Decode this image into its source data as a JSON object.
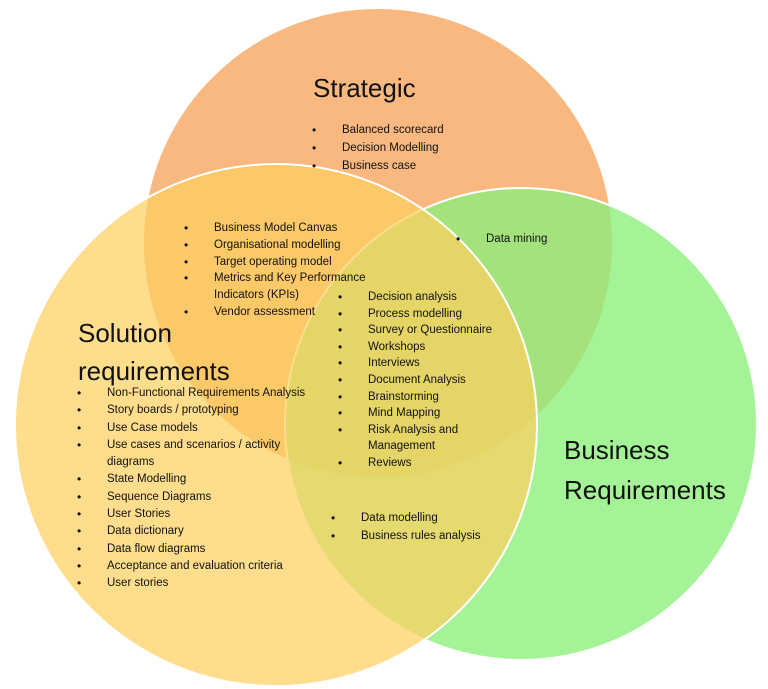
{
  "colors": {
    "strategic": "#F7AE6E",
    "solution": "#FDD05F",
    "business": "#8CF07A",
    "outline": "#ffffff"
  },
  "strategic": {
    "title": "Strategic",
    "items": [
      "Balanced scorecard",
      "Decision Modelling",
      "Business case"
    ]
  },
  "strategic_business": {
    "items": [
      "Data mining"
    ]
  },
  "solution_strategic": {
    "items": [
      "Business Model Canvas",
      "Organisational modelling",
      "Target operating model",
      "Metrics and Key Performance Indicators (KPIs)",
      "Vendor assessment"
    ]
  },
  "center": {
    "items": [
      "Decision analysis",
      "Process modelling",
      "Survey or Questionnaire",
      "Workshops",
      "Interviews",
      "Document Analysis",
      "Brainstorming",
      "Mind Mapping",
      "Risk Analysis and Management",
      "Reviews"
    ]
  },
  "solution": {
    "title": "Solution requirements",
    "items": [
      "Non-Functional Requirements Analysis",
      "Story boards / prototyping",
      "Use Case models",
      "Use cases and scenarios / activity diagrams",
      "State Modelling",
      "Sequence Diagrams",
      "User Stories",
      "Data dictionary",
      "Data flow diagrams",
      "Acceptance and evaluation criteria",
      "User stories"
    ]
  },
  "business": {
    "title": "Business Requirements"
  },
  "solution_business": {
    "items": [
      "Data modelling",
      "Business rules analysis"
    ]
  }
}
